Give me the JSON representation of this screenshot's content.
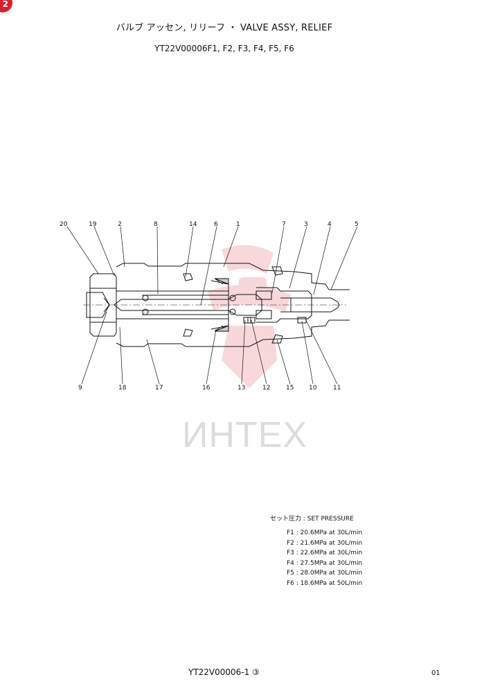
{
  "badge": "2",
  "title": "バルブ アッセン, リリーフ ・ VALVE ASSY, RELIEF",
  "subtitle": "YT22V00006F1, F2, F3, F4, F5, F6",
  "watermark": "ИНТЕХ",
  "diagram": {
    "top_callouts": [
      "20",
      "19",
      "2",
      "8",
      "14",
      "6",
      "1",
      "7",
      "3",
      "4",
      "5"
    ],
    "bottom_callouts": [
      "9",
      "18",
      "17",
      "16",
      "13",
      "12",
      "15",
      "10",
      "11"
    ]
  },
  "set_pressure": {
    "heading": "セット圧力 : SET PRESSURE",
    "rows": [
      "F1 : 20.6MPa at 30L/min",
      "F2 : 21.6MPa at 30L/min",
      "F3 : 22.6MPa at 30L/min",
      "F4 : 27.5MPa at 30L/min",
      "F5 : 28.0MPa at 30L/min",
      "F6 : 18.6MPa at 50L/min"
    ]
  },
  "footer": {
    "code": "YT22V00006-1 ③",
    "page": "01"
  }
}
